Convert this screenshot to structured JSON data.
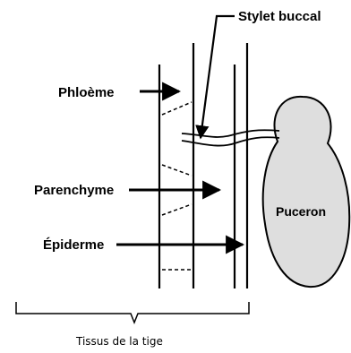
{
  "labels": {
    "stylet": "Stylet buccal",
    "phloeme": "Phloème",
    "parenchyme": "Parenchyme",
    "epiderme": "Épiderme",
    "puceron": "Puceron",
    "tissus": "Tissus de la tige"
  }
}
